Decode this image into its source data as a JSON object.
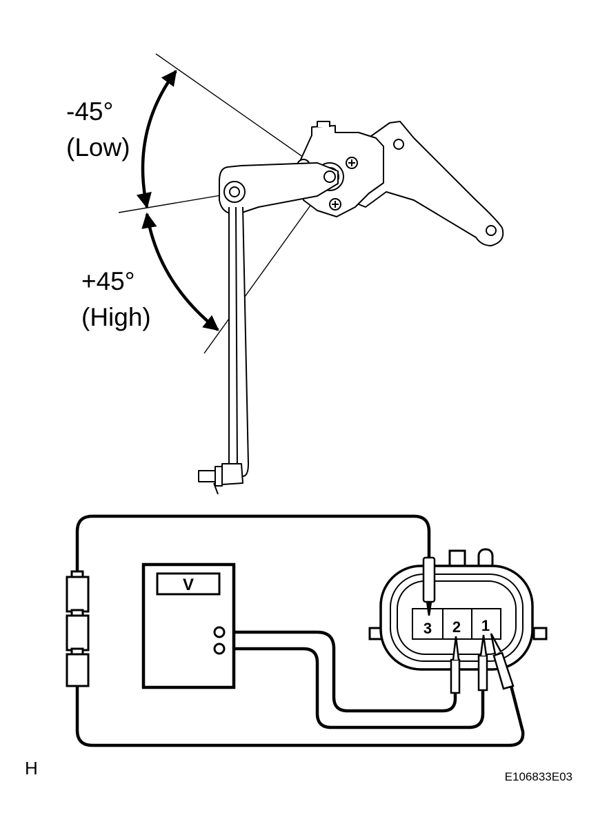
{
  "diagram": {
    "angle_low": {
      "value": "-45°",
      "label": "(Low)"
    },
    "angle_high": {
      "value": "+45°",
      "label": "(High)"
    },
    "meter": {
      "label": "V"
    },
    "connector_pins": [
      "3",
      "2",
      "1"
    ],
    "corner_letter": "H",
    "figure_code": "E106833E03"
  }
}
